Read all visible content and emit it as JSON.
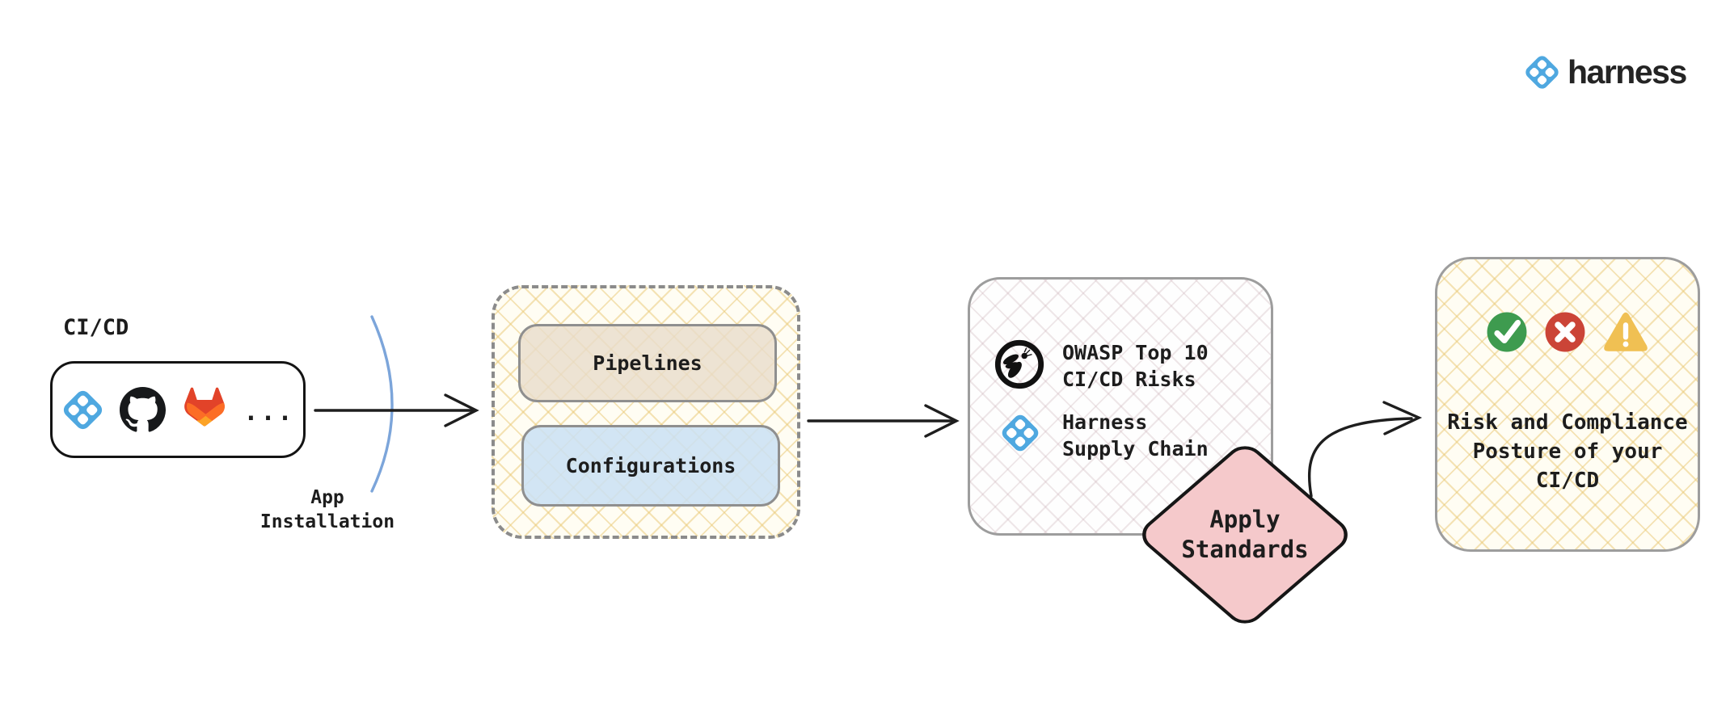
{
  "brand": {
    "wordmark": "harness"
  },
  "source": {
    "title": "CI/CD",
    "more_label": "..."
  },
  "installation": {
    "line1": "App",
    "line2": "Installation"
  },
  "harness_platform": {
    "pipelines": "Pipelines",
    "configurations": "Configurations"
  },
  "standards": {
    "owasp_line1": "OWASP Top 10",
    "owasp_line2": "CI/CD Risks",
    "harness_line1": "Harness",
    "harness_line2": "Supply Chain"
  },
  "apply": {
    "line1": "Apply",
    "line2": "Standards"
  },
  "outcome": {
    "line1": "Risk and Compliance",
    "line2": "Posture of your",
    "line3": "CI/CD"
  },
  "icons": {
    "harness-logo-icon": "blue rotated square with four white diamonds",
    "harness-icon": "harness product mark (blue diamond)",
    "github-icon": "black octocat circle",
    "gitlab-icon": "orange tanuki fox",
    "owasp-icon": "black ring with wasp",
    "check-icon": "green circle with white checkmark",
    "cross-icon": "red circle with white x",
    "warning-icon": "yellow triangle with white exclamation"
  },
  "colors": {
    "harness_blue": "#4FA8E0",
    "pipelines_tan": "#E8DCCB",
    "configurations_blue": "#CAE0F3",
    "diamond_pink": "#F5C9CB",
    "check_green": "#3E9B4F",
    "cross_red": "#CB4437",
    "warning_yellow": "#F0C053",
    "hatch_gold": "#F2DFA6",
    "hatch_rose": "#EDE3E5",
    "arrow_black": "#1E1E1E",
    "bracket_blue": "#7CA5DA"
  }
}
